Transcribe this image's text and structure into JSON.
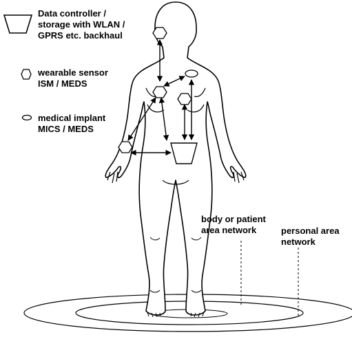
{
  "legend": {
    "controller": {
      "icon": "trapezoid-icon",
      "lines": [
        "Data controller /",
        "storage with WLAN /",
        "GPRS etc. backhaul"
      ]
    },
    "sensor": {
      "icon": "hexagon-icon",
      "lines": [
        "wearable sensor",
        "ISM / MEDS"
      ]
    },
    "implant": {
      "icon": "ellipse-icon",
      "lines": [
        "medical implant",
        "MICS / MEDS"
      ]
    }
  },
  "networks": {
    "body": {
      "lines": [
        "body or patient",
        "area network"
      ]
    },
    "personal": {
      "lines": [
        "personal area",
        "network"
      ]
    }
  },
  "colors": {
    "ink": "#000000",
    "background": "#ffffff"
  }
}
